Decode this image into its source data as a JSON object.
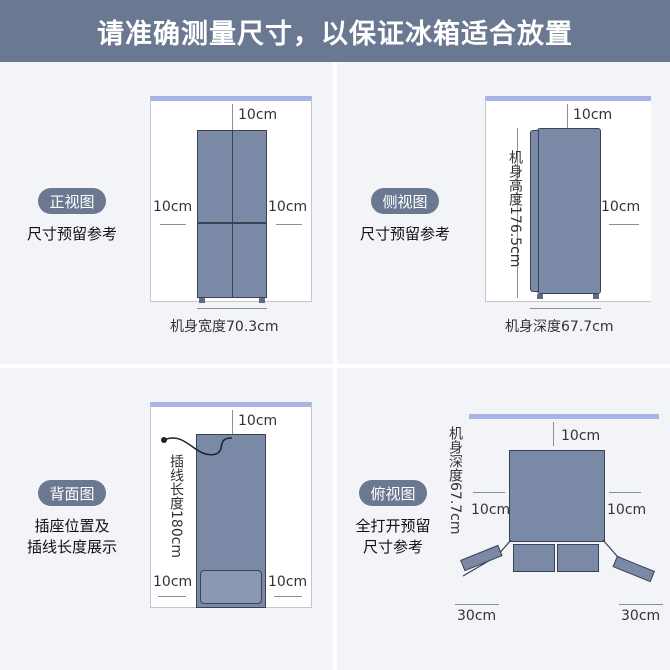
{
  "banner": {
    "title": "请准确测量尺寸，以保证冰箱适合放置"
  },
  "front": {
    "badge": "正视图",
    "caption": "尺寸预留参考",
    "top": "10cm",
    "left": "10cm",
    "right": "10cm",
    "width": "机身宽度70.3cm"
  },
  "side": {
    "badge": "侧视图",
    "caption": "尺寸预留参考",
    "top": "10cm",
    "right": "10cm",
    "height": "机身高度176.5cm",
    "depth": "机身深度67.7cm"
  },
  "back": {
    "badge": "背面图",
    "caption_line1": "插座位置及",
    "caption_line2": "插线长度展示",
    "top": "10cm",
    "cable": "插线长度180cm",
    "left": "10cm",
    "right": "10cm"
  },
  "top_view": {
    "badge": "俯视图",
    "caption_line1": "全打开预留",
    "caption_line2": "尺寸参考",
    "top": "10cm",
    "depth": "机身深度67.7cm",
    "left": "10cm",
    "right": "10cm",
    "door_left": "30cm",
    "door_right": "30cm"
  },
  "colors": {
    "banner": "#6b7891",
    "fridge": "#7a89a5",
    "wall": "#a8b4e6",
    "panel": "#f3f4f7"
  }
}
